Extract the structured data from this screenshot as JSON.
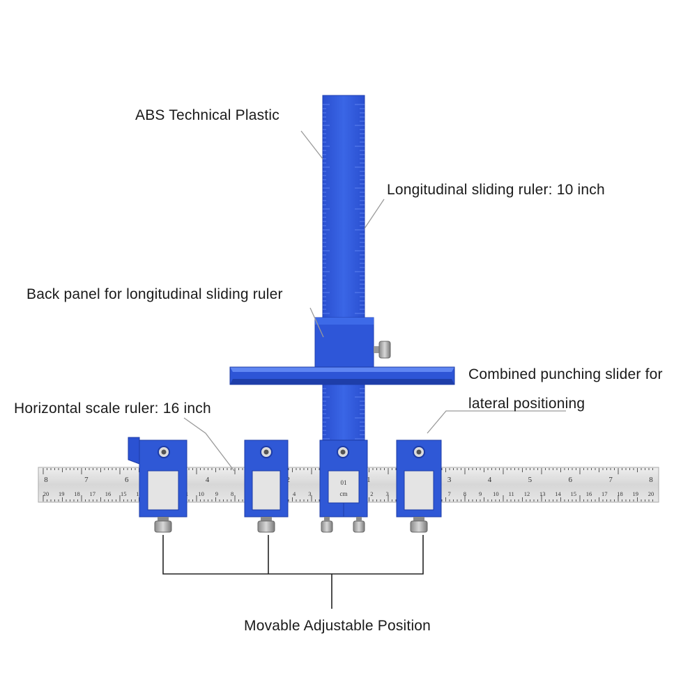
{
  "annotations": {
    "abs_plastic": "ABS Technical Plastic",
    "longitudinal_ruler": "Longitudinal sliding ruler: 10 inch",
    "back_panel": "Back panel for longitudinal sliding ruler",
    "combined_slider_line1": "Combined punching slider for",
    "combined_slider_line2": "lateral positioning",
    "horizontal_ruler": "Horizontal scale ruler: 16 inch",
    "movable_position": "Movable Adjustable Position"
  },
  "colors": {
    "accent_blue": "#2f58d6",
    "accent_blue_dark": "#1f3fb0",
    "steel": "#dcdcdc",
    "leader_line": "#9a9a9a",
    "bracket_line": "#222222"
  },
  "horizontal_ruler": {
    "inch_numbers_top": [
      "8",
      "7",
      "6",
      "5",
      "4",
      "3",
      "2",
      "1",
      "1",
      "2",
      "3",
      "4",
      "5",
      "6",
      "7",
      "8"
    ],
    "cm_numbers_bottom": [
      "20",
      "19",
      "18",
      "17",
      "16",
      "15",
      "14",
      "13",
      "12",
      "11",
      "10",
      "9",
      "8",
      "7",
      "6",
      "5",
      "4",
      "3",
      "2",
      "1",
      "1",
      "2",
      "3",
      "4",
      "5",
      "6",
      "7",
      "8",
      "9",
      "10",
      "11",
      "12",
      "13",
      "14",
      "15",
      "16",
      "17",
      "18",
      "19",
      "20"
    ]
  },
  "center_slider_labels": [
    "01",
    "cm"
  ],
  "icons": [
    "thumbscrew-icon",
    "hole-icon"
  ]
}
